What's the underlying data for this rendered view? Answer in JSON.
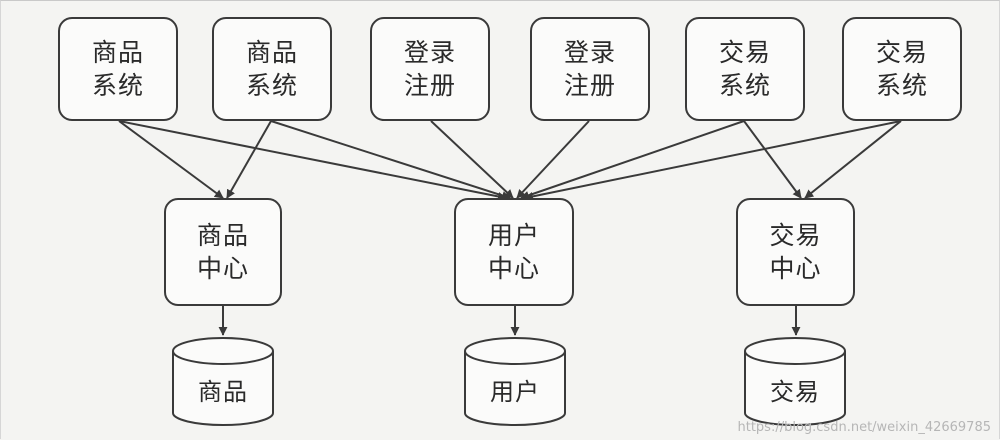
{
  "diagram": {
    "systems": [
      {
        "line1": "商品",
        "line2": "系统"
      },
      {
        "line1": "商品",
        "line2": "系统"
      },
      {
        "line1": "登录",
        "line2": "注册"
      },
      {
        "line1": "登录",
        "line2": "注册"
      },
      {
        "line1": "交易",
        "line2": "系统"
      },
      {
        "line1": "交易",
        "line2": "系统"
      }
    ],
    "centers": [
      {
        "line1": "商品",
        "line2": "中心"
      },
      {
        "line1": "用户",
        "line2": "中心"
      },
      {
        "line1": "交易",
        "line2": "中心"
      }
    ],
    "databases": [
      "商品",
      "用户",
      "交易"
    ],
    "watermark": "https://blog.csdn.net/weixin_42669785"
  }
}
